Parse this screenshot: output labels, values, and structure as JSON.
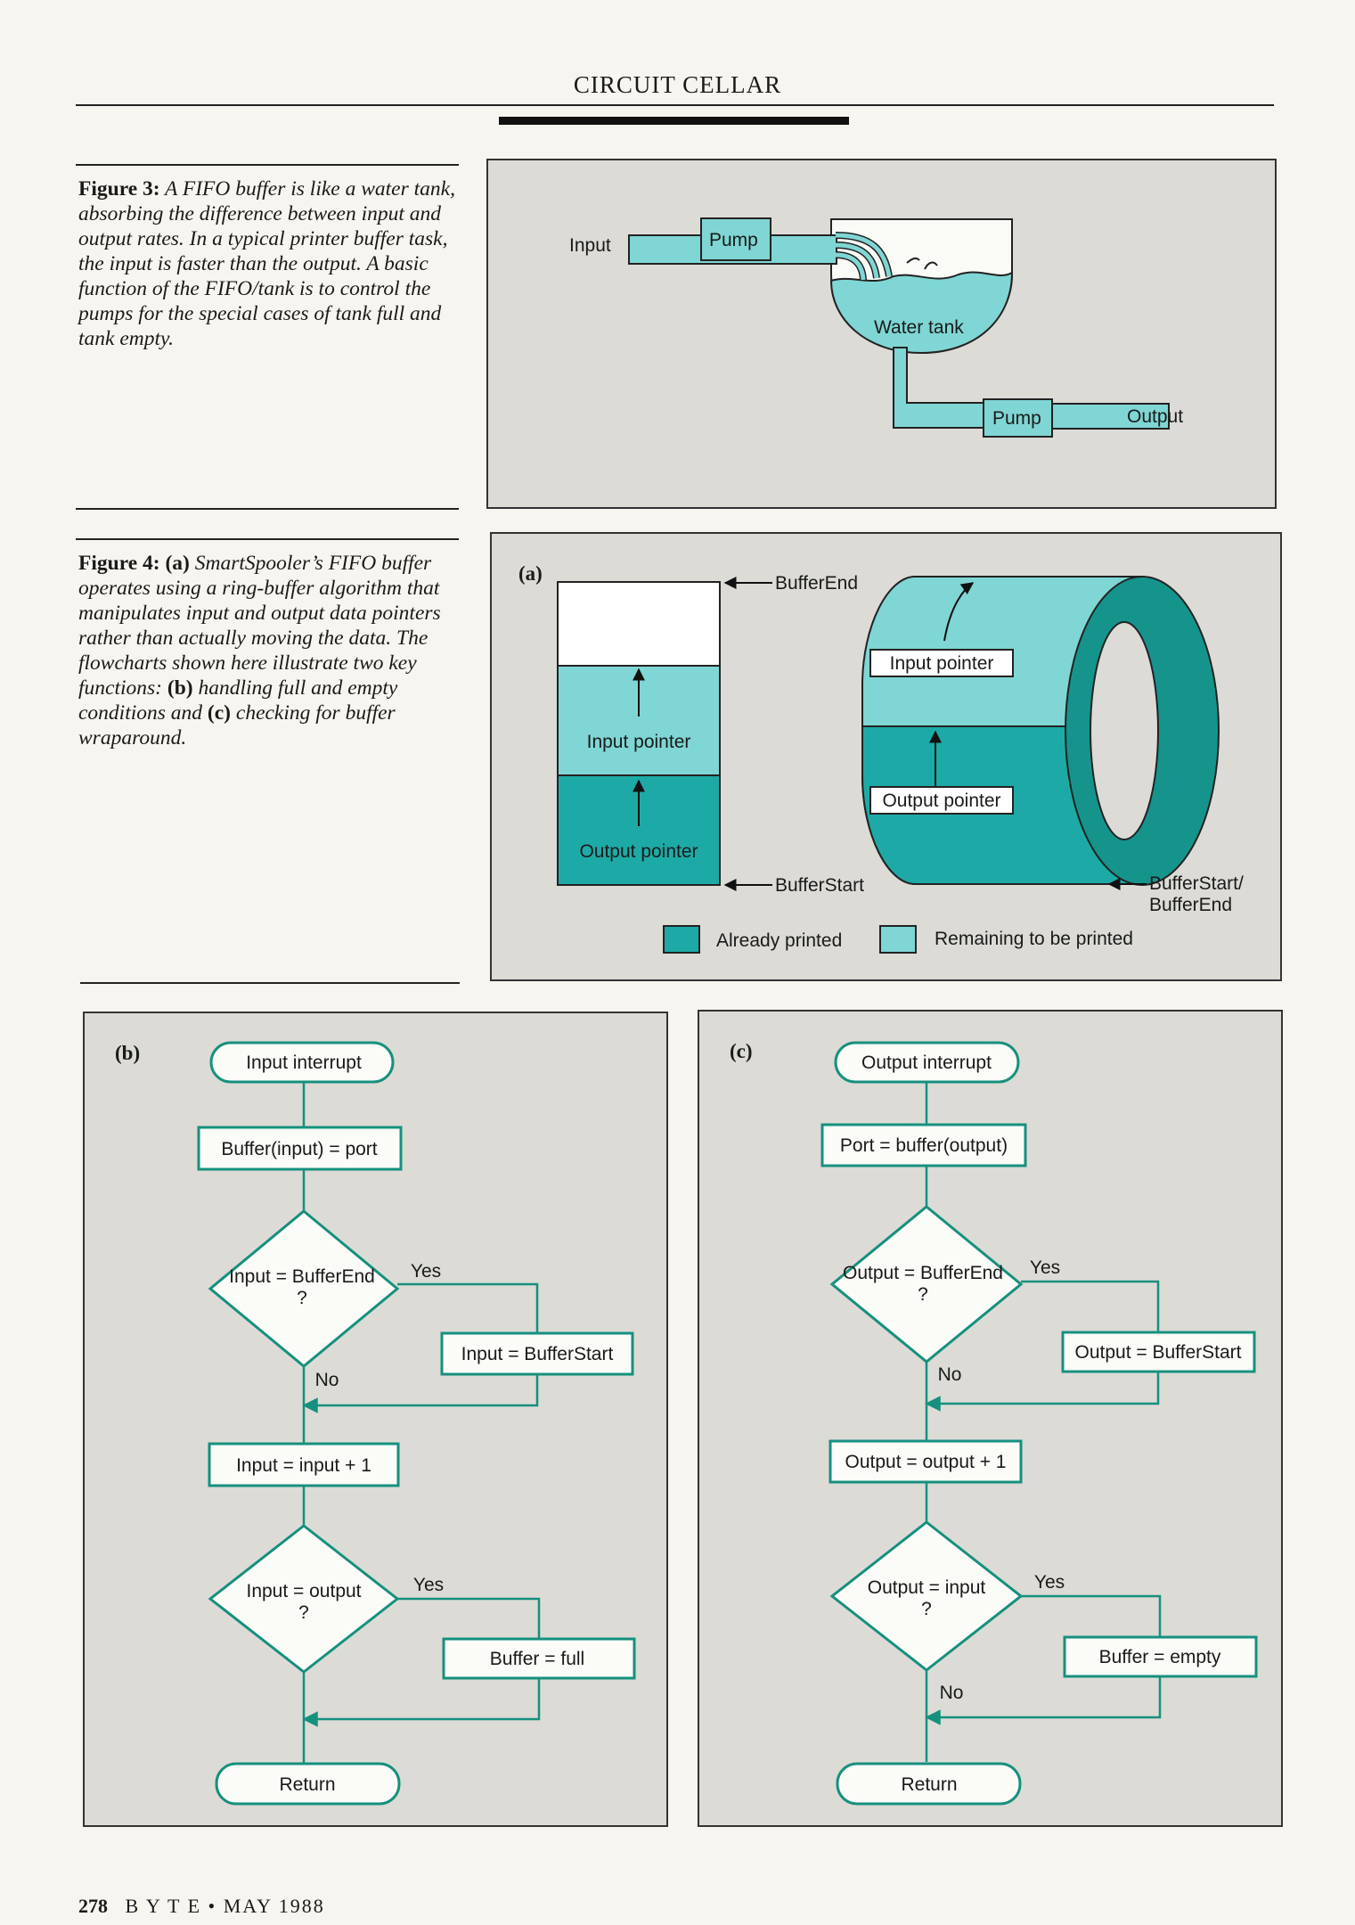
{
  "header": {
    "running_head": "CIRCUIT CELLAR"
  },
  "figure3": {
    "caption_label": "Figure 3:",
    "caption_text": "A FIFO buffer is like a water tank, absorbing the difference between input and output rates. In a typical printer buffer task, the input is faster than the output. A basic function of the FIFO/tank is to control the pumps for the special cases of tank full and tank empty.",
    "labels": {
      "input": "Input",
      "pump_in": "Pump",
      "tank": "Water tank",
      "pump_out": "Pump",
      "output": "Output"
    }
  },
  "figure4": {
    "caption_label": "Figure 4:",
    "caption_parts": [
      "(a)",
      " SmartSpooler’s FIFO buffer operates using a ring-buffer algorithm that manipulates input and output data pointers rather than actually moving the data. The flowcharts shown here illustrate two key functions: ",
      "(b)",
      " handling full and empty conditions and ",
      "(c)",
      " checking for buffer wraparound."
    ],
    "panel_a": {
      "tag": "(a)",
      "buffer_end": "BufferEnd",
      "buffer_start": "BufferStart",
      "input_pointer": "Input pointer",
      "output_pointer": "Output pointer",
      "ring_input_pointer": "Input pointer",
      "ring_output_pointer": "Output pointer",
      "ring_label_1": "BufferStart/",
      "ring_label_2": "BufferEnd",
      "legend_already": "Already printed",
      "legend_remaining": "Remaining to be printed"
    },
    "panel_b": {
      "tag": "(b)",
      "start": "Input interrupt",
      "step1": "Buffer(input) = port",
      "decision1_line1": "Input = BufferEnd",
      "decision1_line2": "?",
      "yes1": "Yes",
      "action1": "Input = BufferStart",
      "no1": "No",
      "step2": "Input = input + 1",
      "decision2_line1": "Input = output",
      "decision2_line2": "?",
      "yes2": "Yes",
      "action2": "Buffer = full",
      "end": "Return"
    },
    "panel_c": {
      "tag": "(c)",
      "start": "Output interrupt",
      "step1": "Port = buffer(output)",
      "decision1_line1": "Output = BufferEnd",
      "decision1_line2": "?",
      "yes1": "Yes",
      "action1": "Output = BufferStart",
      "no1": "No",
      "step2": "Output = output + 1",
      "decision2_line1": "Output = input",
      "decision2_line2": "?",
      "yes2": "Yes",
      "action2": "Buffer = empty",
      "no2": "No",
      "end": "Return"
    }
  },
  "footer": {
    "page_number": "278",
    "magazine": "B Y T E",
    "separator": "•",
    "date": "MAY 1988"
  },
  "colors": {
    "teal_light": "#7fd6d4",
    "teal_dark": "#1daaa6",
    "teal_deep": "#15948c",
    "flow_green": "#16907e",
    "panel_gray": "#dcdbd6"
  }
}
